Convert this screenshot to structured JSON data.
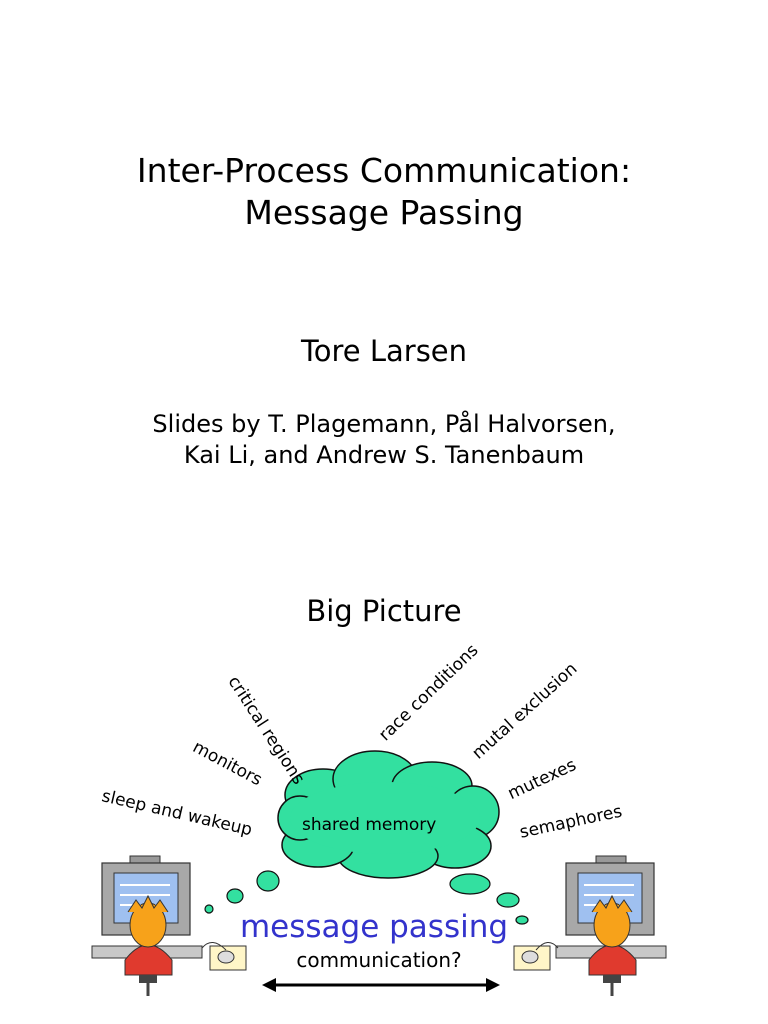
{
  "slide1": {
    "title_line1": "Inter-Process Communication:",
    "title_line2": "Message Passing",
    "author": "Tore Larsen",
    "credits_line1": "Slides by T. Plagemann, Pål Halvorsen,",
    "credits_line2": "Kai Li, and Andrew S. Tanenbaum"
  },
  "slide2": {
    "title": "Big Picture",
    "terms": {
      "critical_regions": "critical regions",
      "race_conditions": "race conditions",
      "mutal_exclusion": "mutal exclusion",
      "monitors": "monitors",
      "mutexes": "mutexes",
      "sleep_and_wakeup": "sleep and wakeup",
      "semaphores": "semaphores"
    },
    "cloud_label": "shared memory",
    "message_passing": "message passing",
    "communication": "communication?",
    "colors": {
      "cloud": "#33E0A0",
      "message_passing": "#3333CC",
      "monitor_screen": "#9FC0F0",
      "hair": "#F7A21A",
      "shirt": "#E03A2E"
    }
  }
}
